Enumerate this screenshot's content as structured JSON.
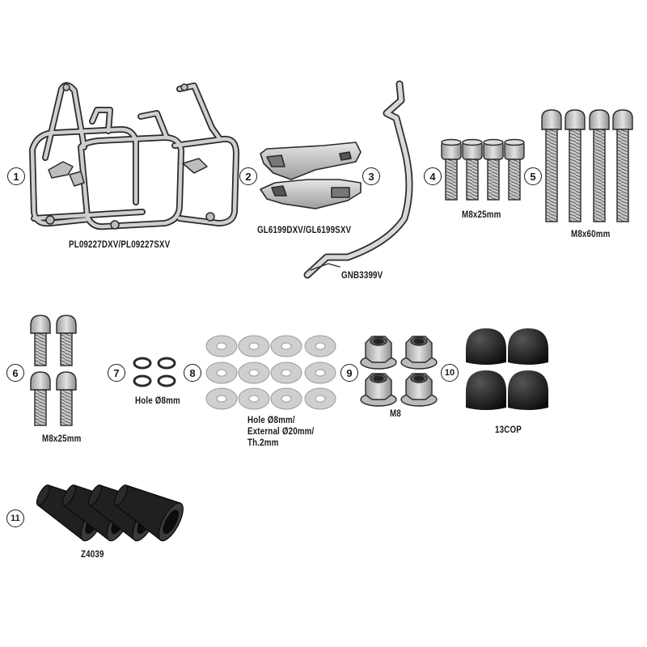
{
  "parts": [
    {
      "number": "1",
      "code": "PL09227DXV/PL09227SXV"
    },
    {
      "number": "2",
      "code": "GL6199DXV/GL6199SXV"
    },
    {
      "number": "3",
      "code": "GNB3399V"
    },
    {
      "number": "4",
      "code": "M8x25mm"
    },
    {
      "number": "5",
      "code": "M8x60mm"
    },
    {
      "number": "6",
      "code": "M8x25mm"
    },
    {
      "number": "7",
      "code": "Hole Ø8mm"
    },
    {
      "number": "8",
      "code_lines": [
        "Hole Ø8mm/",
        "External Ø20mm/",
        "Th.2mm"
      ]
    },
    {
      "number": "9",
      "code": "M8"
    },
    {
      "number": "10",
      "code": "13COP"
    },
    {
      "number": "11",
      "code": "Z4039"
    }
  ]
}
